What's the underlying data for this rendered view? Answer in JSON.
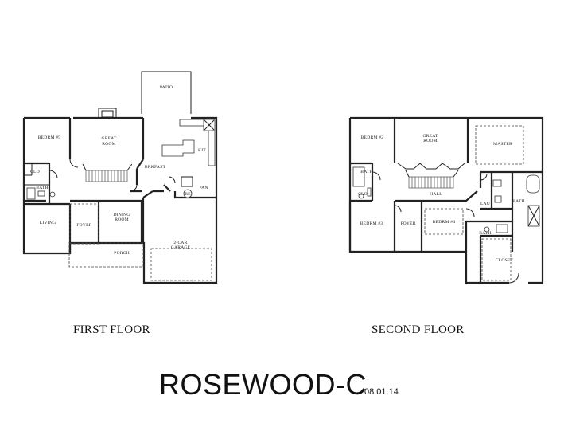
{
  "plan": {
    "name": "ROSEWOOD-C",
    "date": "08.01.14"
  },
  "floors": {
    "first": {
      "label": "FIRST FLOOR",
      "rooms": {
        "patio": "PATIO",
        "bedroom5": "BEDRM #5",
        "great_room_l1": "GREAT",
        "great_room_l2": "ROOM",
        "kit": "KIT",
        "brkfast": "BRKFAST",
        "clo": "CLO",
        "bath": "BATH",
        "pan": "PAN",
        "living": "LIVING",
        "foyer": "FOYER",
        "dining_l1": "DINING",
        "dining_l2": "ROOM",
        "garage_l1": "2-CAR",
        "garage_l2": "GARAGE",
        "porch": "PORCH",
        "ref": "RE"
      }
    },
    "second": {
      "label": "SECOND FLOOR",
      "rooms": {
        "bedroom2": "BEDRM #2",
        "great_room_l1": "GREAT",
        "great_room_l2": "ROOM",
        "master": "MASTER",
        "bath_left": "BATH",
        "clo": "CLO",
        "hall": "HALL",
        "bath_right": "BATH",
        "lau": "LAU",
        "bedroom3": "BEDRM #3",
        "foyer": "FOYER",
        "bedroom4": "BEDRM #4",
        "bath_small": "BATH",
        "closet": "CLOSET"
      }
    }
  }
}
